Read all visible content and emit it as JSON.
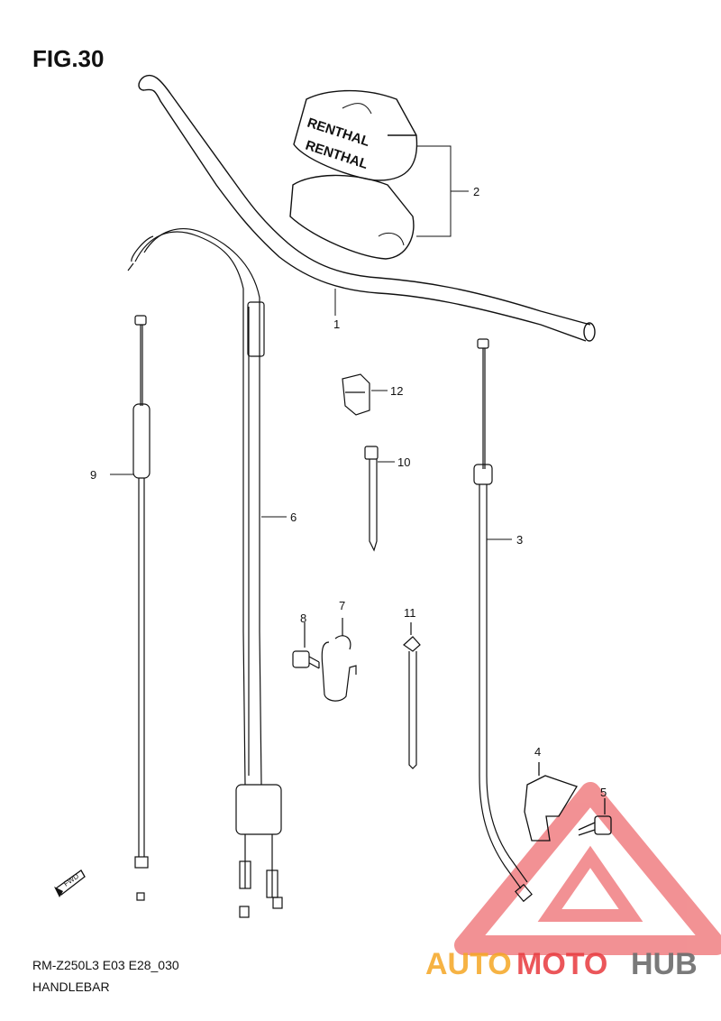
{
  "figure": {
    "title": "FIG.30"
  },
  "footer": {
    "code": "RM-Z250L3 E03 E28_030",
    "name": "HANDLEBAR"
  },
  "brand_text": {
    "pad_top": "RENTHAL",
    "pad_side": "RENTHAL"
  },
  "direction_badge": "FWD",
  "callouts": [
    {
      "id": "1",
      "label": "1"
    },
    {
      "id": "2",
      "label": "2"
    },
    {
      "id": "3",
      "label": "3"
    },
    {
      "id": "4",
      "label": "4"
    },
    {
      "id": "5",
      "label": "5"
    },
    {
      "id": "6",
      "label": "6"
    },
    {
      "id": "7",
      "label": "7"
    },
    {
      "id": "8",
      "label": "8"
    },
    {
      "id": "9",
      "label": "9"
    },
    {
      "id": "10",
      "label": "10"
    },
    {
      "id": "11",
      "label": "11"
    },
    {
      "id": "12",
      "label": "12"
    }
  ],
  "watermark": {
    "part1": "AUTO",
    "part2": "MOTO",
    "part3": "HUB",
    "colors": {
      "orange": "#f5a623",
      "red": "#e8383d",
      "gray": "#6b6b6b"
    }
  }
}
